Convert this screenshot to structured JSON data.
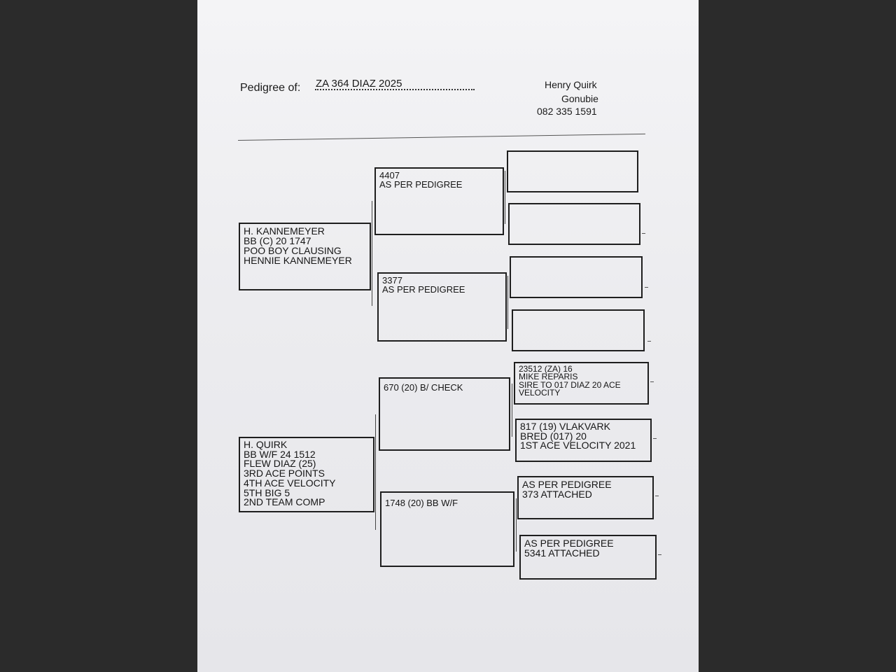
{
  "header": {
    "label": "Pedigree of:",
    "value": "ZA 364 DIAZ 2025"
  },
  "owner": {
    "name": "Henry Quirk",
    "place": "Gonubie",
    "phone": "082 335 1591"
  },
  "sire": {
    "lines": [
      "H. KANNEMEYER",
      "BB (C) 20 1747",
      "POO BOY CLAUSING",
      "HENNIE KANNEMEYER"
    ]
  },
  "dam": {
    "lines": [
      "H. QUIRK",
      "BB W/F 24 1512",
      "FLEW DIAZ (25)",
      "3RD ACE POINTS",
      "4TH ACE VELOCITY",
      "5TH BIG 5",
      "2ND TEAM COMP"
    ]
  },
  "grandparents": {
    "ss": {
      "lines": [
        "4407",
        "AS PER PEDIGREE"
      ]
    },
    "sd": {
      "lines": [
        "3377",
        "AS PER PEDIGREE"
      ]
    },
    "ds": {
      "lines": [
        "670 (20) B/ CHECK"
      ]
    },
    "dd": {
      "lines": [
        "1748 (20) BB W/F"
      ]
    }
  },
  "great_grandparents": {
    "ss1": {
      "lines": []
    },
    "ss2": {
      "lines": []
    },
    "sd1": {
      "lines": []
    },
    "sd2": {
      "lines": []
    },
    "ds1": {
      "lines": [
        "23512 (ZA) 16",
        "MIKE REPARIS",
        "SIRE TO 017 DIAZ 20 ACE",
        "VELOCITY"
      ]
    },
    "ds2": {
      "lines": [
        "817 (19) VLAKVARK",
        "BRED (017) 20",
        "1ST ACE VELOCITY 2021"
      ]
    },
    "dd1": {
      "lines": [
        "AS PER PEDIGREE",
        "373 ATTACHED"
      ]
    },
    "dd2": {
      "lines": [
        "AS PER PEDIGREE",
        "5341 ATTACHED"
      ]
    }
  }
}
